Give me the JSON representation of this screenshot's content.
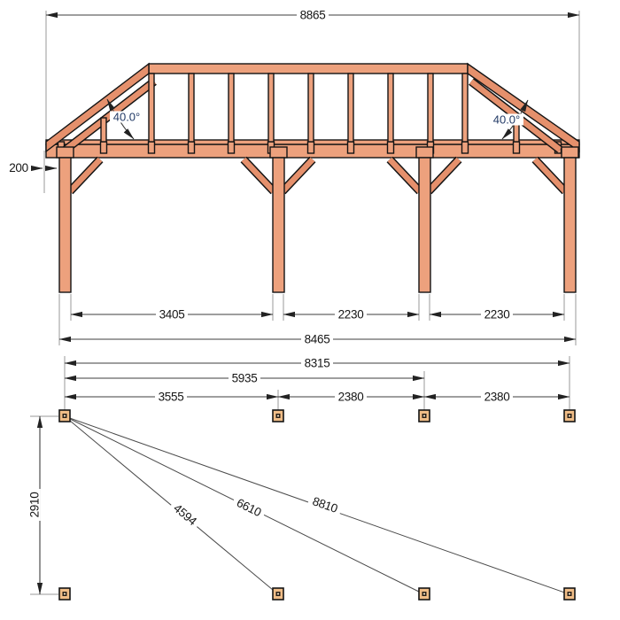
{
  "drawing": {
    "type": "timber-frame carport construction drawing",
    "elevation": {
      "total_width": "8865",
      "overhang": "200",
      "angle_left": "40.0°",
      "angle_right": "40.0°",
      "bay1": "3405",
      "bay2": "2230",
      "bay3": "2230",
      "outer_width": "8465"
    },
    "plan": {
      "total_width": "8315",
      "left_to_post3": "5935",
      "span1": "3555",
      "span2": "2380",
      "span3": "2380",
      "depth": "2910",
      "diagonal1": "4594",
      "diagonal2": "6610",
      "diagonal3": "8810"
    },
    "colors": {
      "wood": "#EDA17D",
      "wood_dark": "#E5906C",
      "marker": "#F0BD87",
      "outline": "#141414",
      "dim": "#3d3d3d",
      "ext": "#999999",
      "angle_text": "#223a66"
    }
  }
}
